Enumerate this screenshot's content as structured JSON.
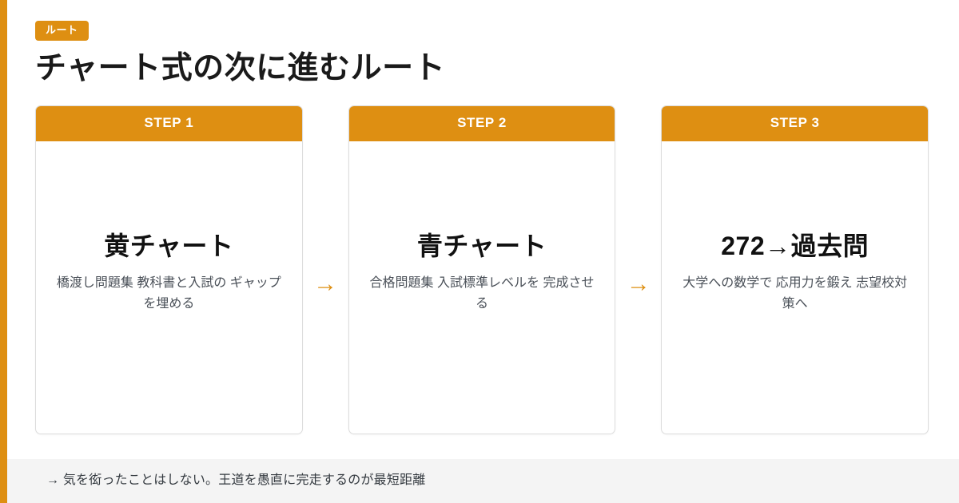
{
  "accent_color": "#de8f12",
  "header": {
    "badge_label": "ルート",
    "title": "チャート式の次に進むルート"
  },
  "steps": [
    {
      "header": "STEP 1",
      "name": "黄チャート",
      "description": "橋渡し問題集 教科書と入試の ギャップを埋める"
    },
    {
      "header": "STEP 2",
      "name": "青チャート",
      "description": "合格問題集 入試標準レベルを 完成させる"
    },
    {
      "header": "STEP 3",
      "name": "272→過去問",
      "description": "大学への数学で 応用力を鍛え 志望校対策へ"
    }
  ],
  "connectors": [
    {
      "glyph": "→"
    },
    {
      "glyph": "→"
    }
  ],
  "footer": {
    "note": "→ 気を衒ったことはしない。王道を愚直に完走するのが最短距離"
  }
}
